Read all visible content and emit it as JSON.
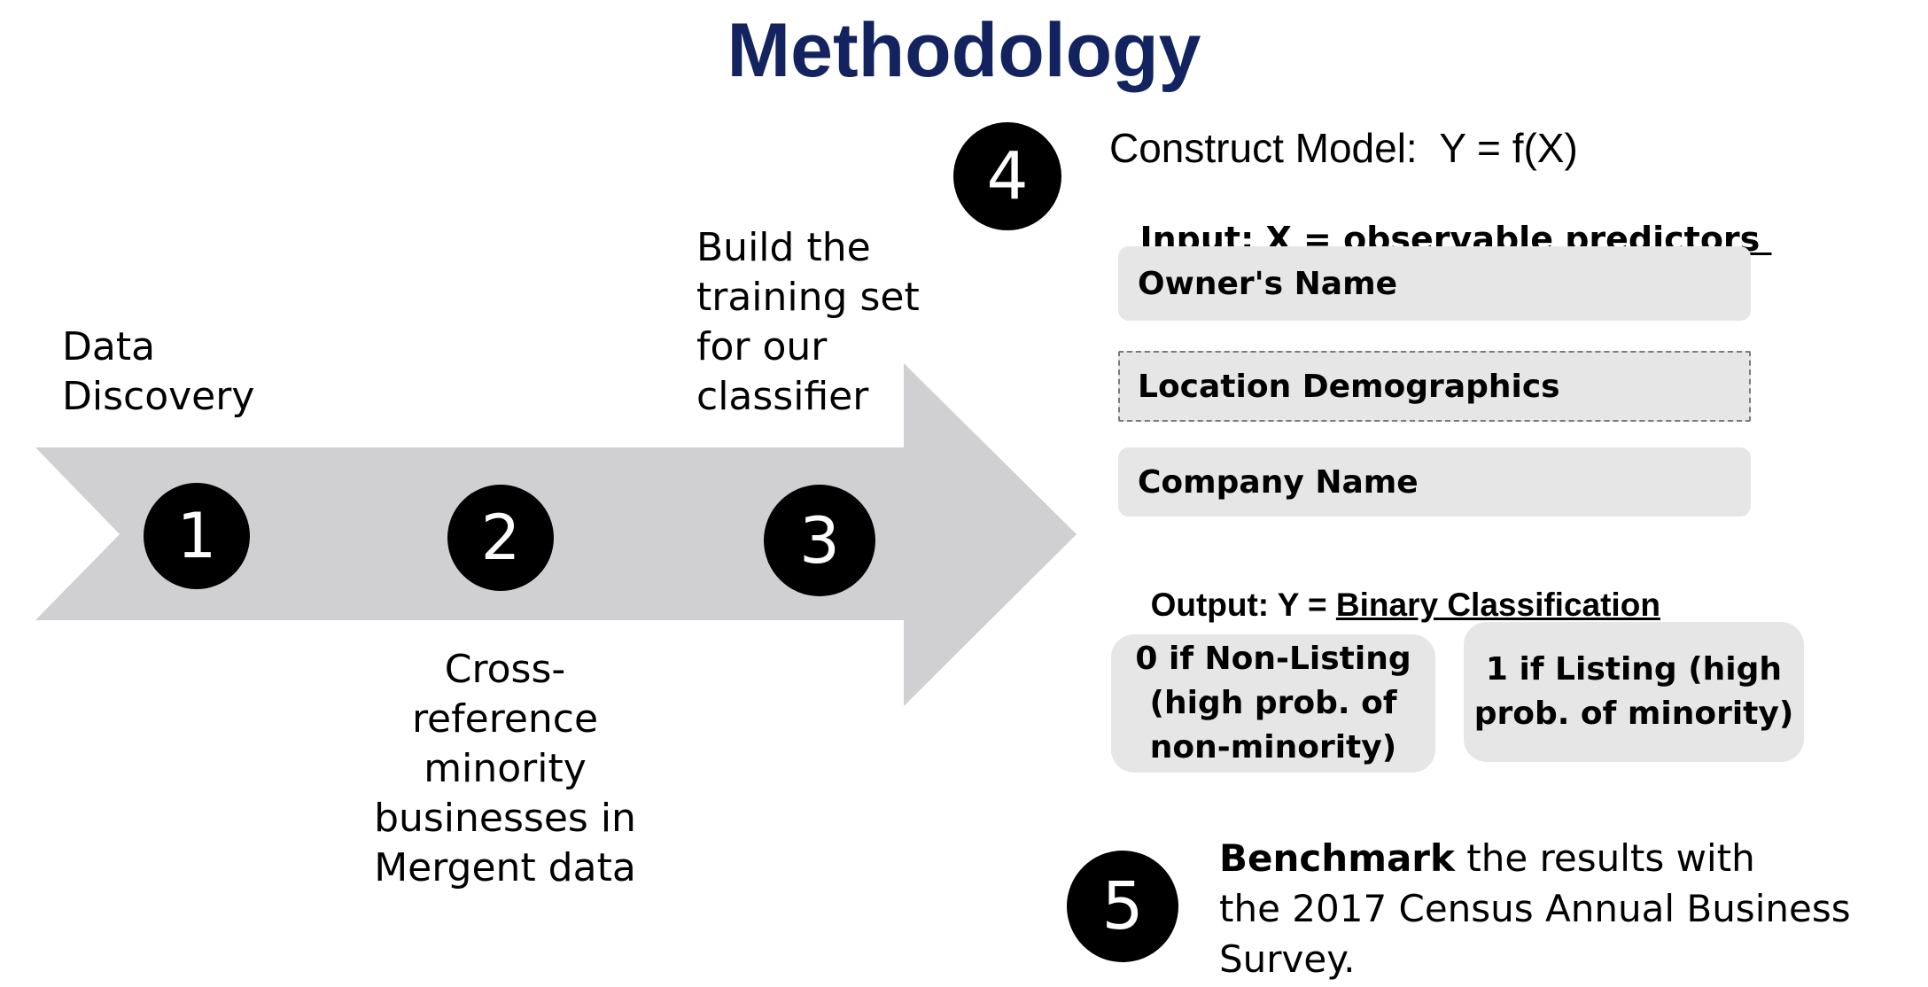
{
  "title": "Methodology",
  "steps": [
    {
      "number": "1",
      "label": "Data\nDiscovery"
    },
    {
      "number": "2",
      "label": "Cross-\nreference\nminority\nbusinesses in\nMergent data"
    },
    {
      "number": "3",
      "label": "Build the\ntraining set\nfor our\nclassifier"
    },
    {
      "number": "4"
    },
    {
      "number": "5"
    }
  ],
  "model": {
    "heading": "Construct Model:  Y = f(X)",
    "input_prefix": "Input: X = ",
    "input_value": "observable predictors ",
    "predictors": [
      "Owner's Name",
      "Location Demographics",
      "Company Name"
    ],
    "output_prefix": "Output: Y = ",
    "output_value": "Binary Classification",
    "outcomes": [
      "0 if Non-Listing\n(high prob. of\nnon-minority)",
      "1 if Listing (high\nprob. of minority)"
    ]
  },
  "benchmark": {
    "bold": "Benchmark",
    "rest": " the results with\nthe 2017 Census Annual Business\nSurvey."
  },
  "colors": {
    "title": "#12235f",
    "arrow": "#d0d0d3",
    "box": "#e6e6e7",
    "circle": "#000000"
  }
}
